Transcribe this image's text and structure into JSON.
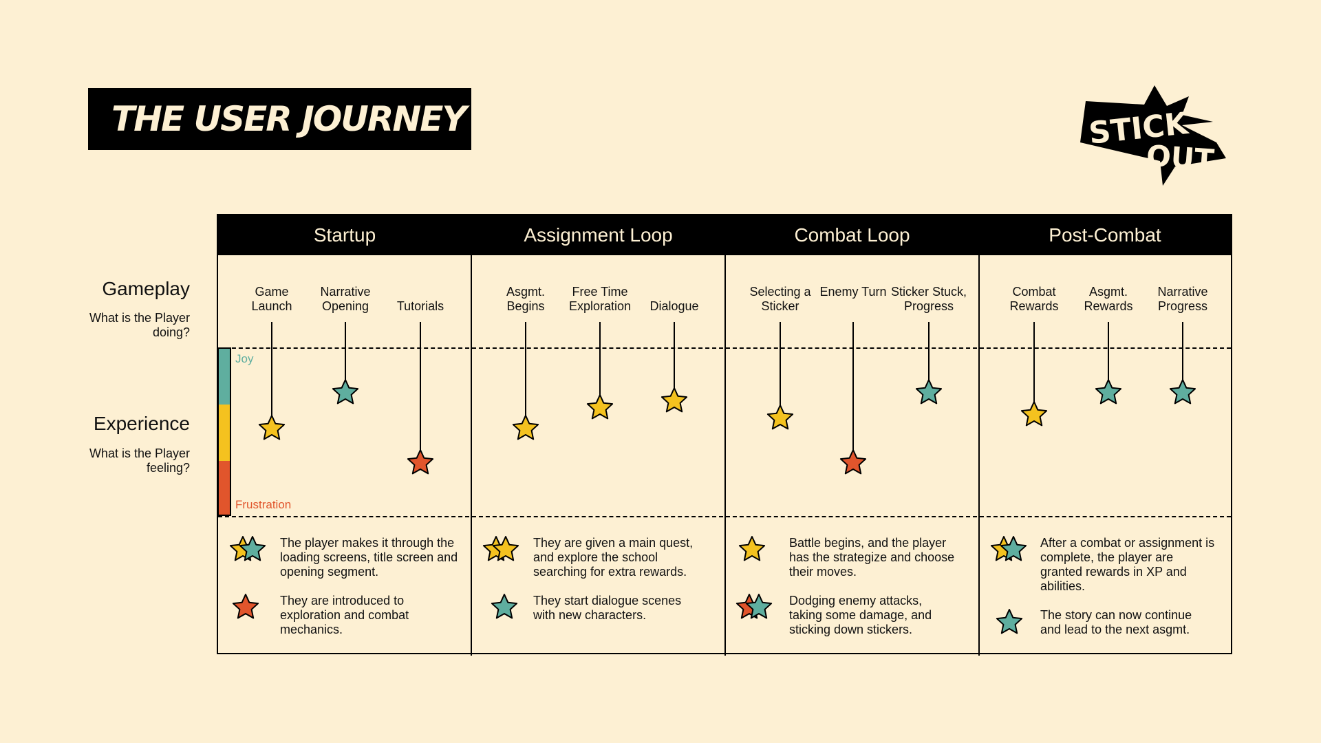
{
  "title": "THE USER JOURNEY",
  "logo": {
    "line1": "STICK",
    "line2": "OUT",
    "icon": "stickout-logo-icon"
  },
  "rows": {
    "gameplay_title": "Gameplay",
    "gameplay_sub": "What is the Player doing?",
    "experience_title": "Experience",
    "experience_sub": "What is the Player feeling?"
  },
  "scale": {
    "joy": "Joy",
    "frustration": "Frustration"
  },
  "colors": {
    "joy": "#5fae9f",
    "neutral": "#f4c21f",
    "frustration": "#e1552c",
    "background": "#fdf0d3"
  },
  "phases": [
    {
      "name": "Startup",
      "steps": [
        {
          "label": "Game Launch",
          "mood": "neutral"
        },
        {
          "label": "Narrative Opening",
          "mood": "joy"
        },
        {
          "label": "Tutorials",
          "mood": "frustration"
        }
      ],
      "notes": [
        {
          "text": "The player makes it through the loading screens, title screen and opening segment.",
          "stars": [
            "neutral",
            "joy"
          ]
        },
        {
          "text": "They are introduced to exploration and combat mechanics.",
          "stars": [
            "frustration"
          ]
        }
      ]
    },
    {
      "name": "Assignment Loop",
      "steps": [
        {
          "label": "Asgmt. Begins",
          "mood": "neutral"
        },
        {
          "label": "Free Time Exploration",
          "mood": "neutral"
        },
        {
          "label": "Dialogue",
          "mood": "neutral"
        }
      ],
      "notes": [
        {
          "text": "They are given a main quest, and explore the school searching for extra rewards.",
          "stars": [
            "neutral",
            "neutral"
          ]
        },
        {
          "text": "They start dialogue scenes with new characters.",
          "stars": [
            "joy"
          ]
        }
      ]
    },
    {
      "name": "Combat Loop",
      "steps": [
        {
          "label": "Selecting a Sticker",
          "mood": "neutral"
        },
        {
          "label": "Enemy Turn",
          "mood": "frustration"
        },
        {
          "label": "Sticker Stuck, Progress",
          "mood": "joy"
        }
      ],
      "notes": [
        {
          "text": "Battle begins, and the player has the strategize and choose their moves.",
          "stars": [
            "neutral"
          ]
        },
        {
          "text": "Dodging enemy attacks, taking some damage, and sticking down stickers.",
          "stars": [
            "frustration",
            "joy"
          ]
        }
      ]
    },
    {
      "name": "Post-Combat",
      "steps": [
        {
          "label": "Combat Rewards",
          "mood": "neutral"
        },
        {
          "label": "Asgmt. Rewards",
          "mood": "joy"
        },
        {
          "label": "Narrative Progress",
          "mood": "joy"
        }
      ],
      "notes": [
        {
          "text": "After a combat or assignment is complete, the player are granted rewards in XP and abilities.",
          "stars": [
            "neutral",
            "joy"
          ]
        },
        {
          "text": "The story can now continue and lead to the next asgmt.",
          "stars": [
            "joy"
          ]
        }
      ]
    }
  ]
}
